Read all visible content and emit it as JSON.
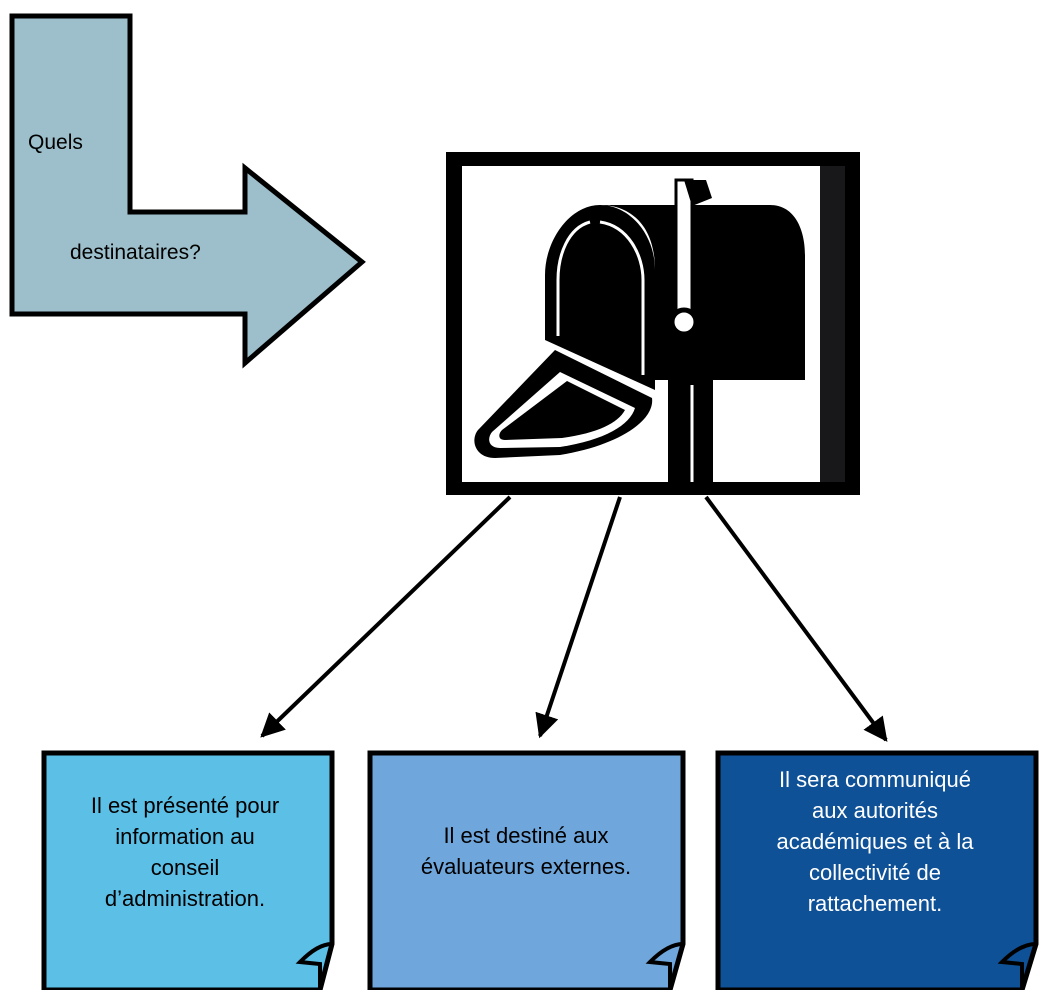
{
  "question": {
    "line1": "Quels",
    "line2": "destinataires?"
  },
  "icon": "mailbox-icon",
  "notes": [
    {
      "text": "Il est présenté pour\ninformation au\nconseil\nd’administration.",
      "color": "#5bbfe6"
    },
    {
      "text": "Il est destiné aux\névaluateurs externes.",
      "color": "#6fa6db"
    },
    {
      "text": "Il sera communiqué\naux autorités\nacadémiques  et à la\ncollectivité de\nrattachement.",
      "color": "#0f5196"
    }
  ],
  "colors": {
    "arrow_fill": "#9cbfcb",
    "outline": "#000000",
    "frame_right_band": "#18181b"
  }
}
